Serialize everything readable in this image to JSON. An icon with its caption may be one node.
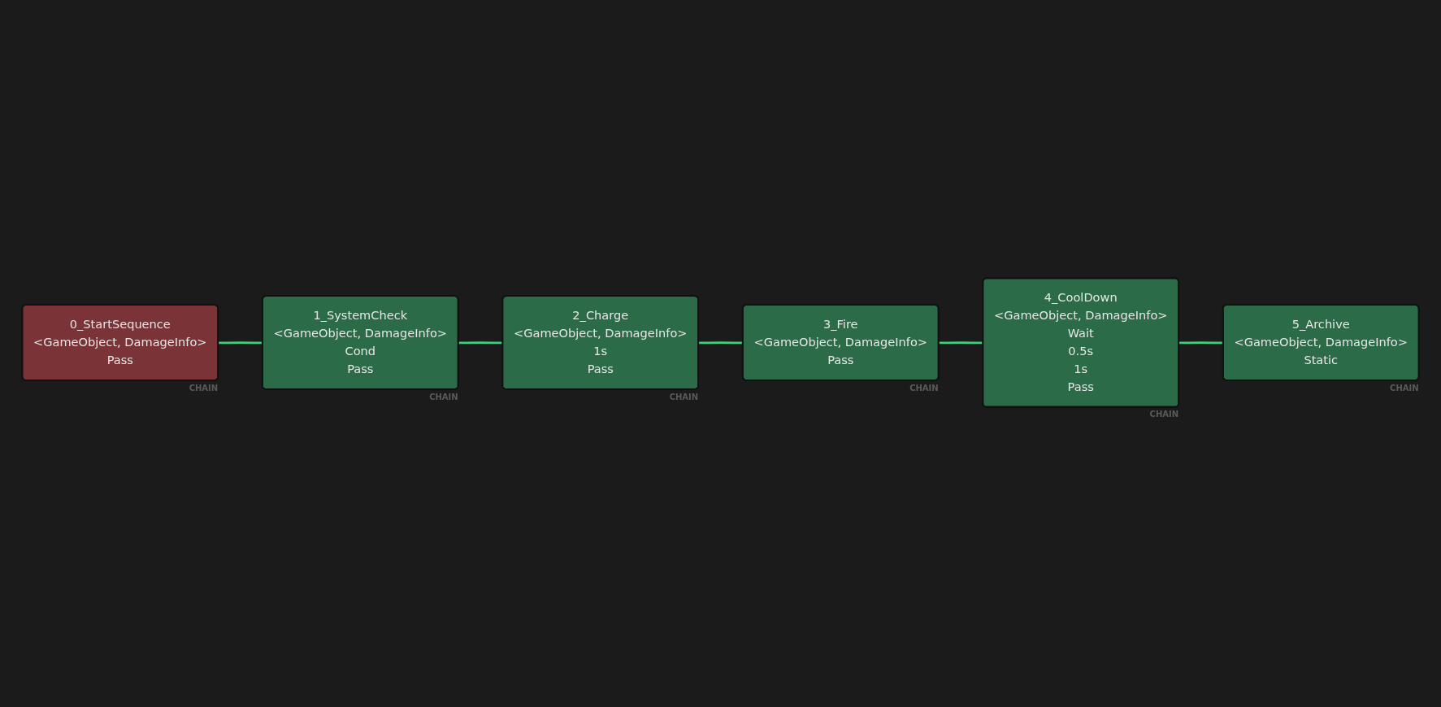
{
  "diagram": {
    "nodes": [
      {
        "text": [
          "0_StartSequence",
          "<GameObject, DamageInfo>",
          "Pass"
        ],
        "beside": [
          "CHAIN"
        ]
      },
      {
        "text": [
          "1_SystemCheck",
          "<GameObject, DamageInfo>",
          "Cond",
          "Pass"
        ],
        "beside": [
          "CHAIN"
        ]
      },
      {
        "text": [
          "2_Charge",
          "<GameObject, DamageInfo>",
          "1s",
          "Pass"
        ],
        "beside": [
          "CHAIN"
        ]
      },
      {
        "text": [
          "3_Fire",
          "<GameObject, DamageInfo>",
          "Pass"
        ],
        "beside": [
          "CHAIN"
        ]
      },
      {
        "text": [
          "4_CoolDown",
          "<GameObject, DamageInfo>",
          "Wait",
          "0.5s",
          "1s",
          "Pass"
        ],
        "beside": [
          "CHAIN"
        ]
      },
      {
        "text": [
          "5_Archive",
          "<GameObject, DamageInfo>",
          "Static"
        ],
        "beside": [
          "CHAIN"
        ]
      }
    ],
    "edges": [
      {
        "from": 0,
        "to": 1,
        "arrow": "none"
      },
      {
        "from": 1,
        "to": 2,
        "arrow": "none"
      },
      {
        "from": 2,
        "to": 3,
        "arrow": "none"
      },
      {
        "from": 3,
        "to": 4,
        "arrow": "none"
      },
      {
        "from": 4,
        "to": 5,
        "arrow": "none"
      }
    ]
  }
}
